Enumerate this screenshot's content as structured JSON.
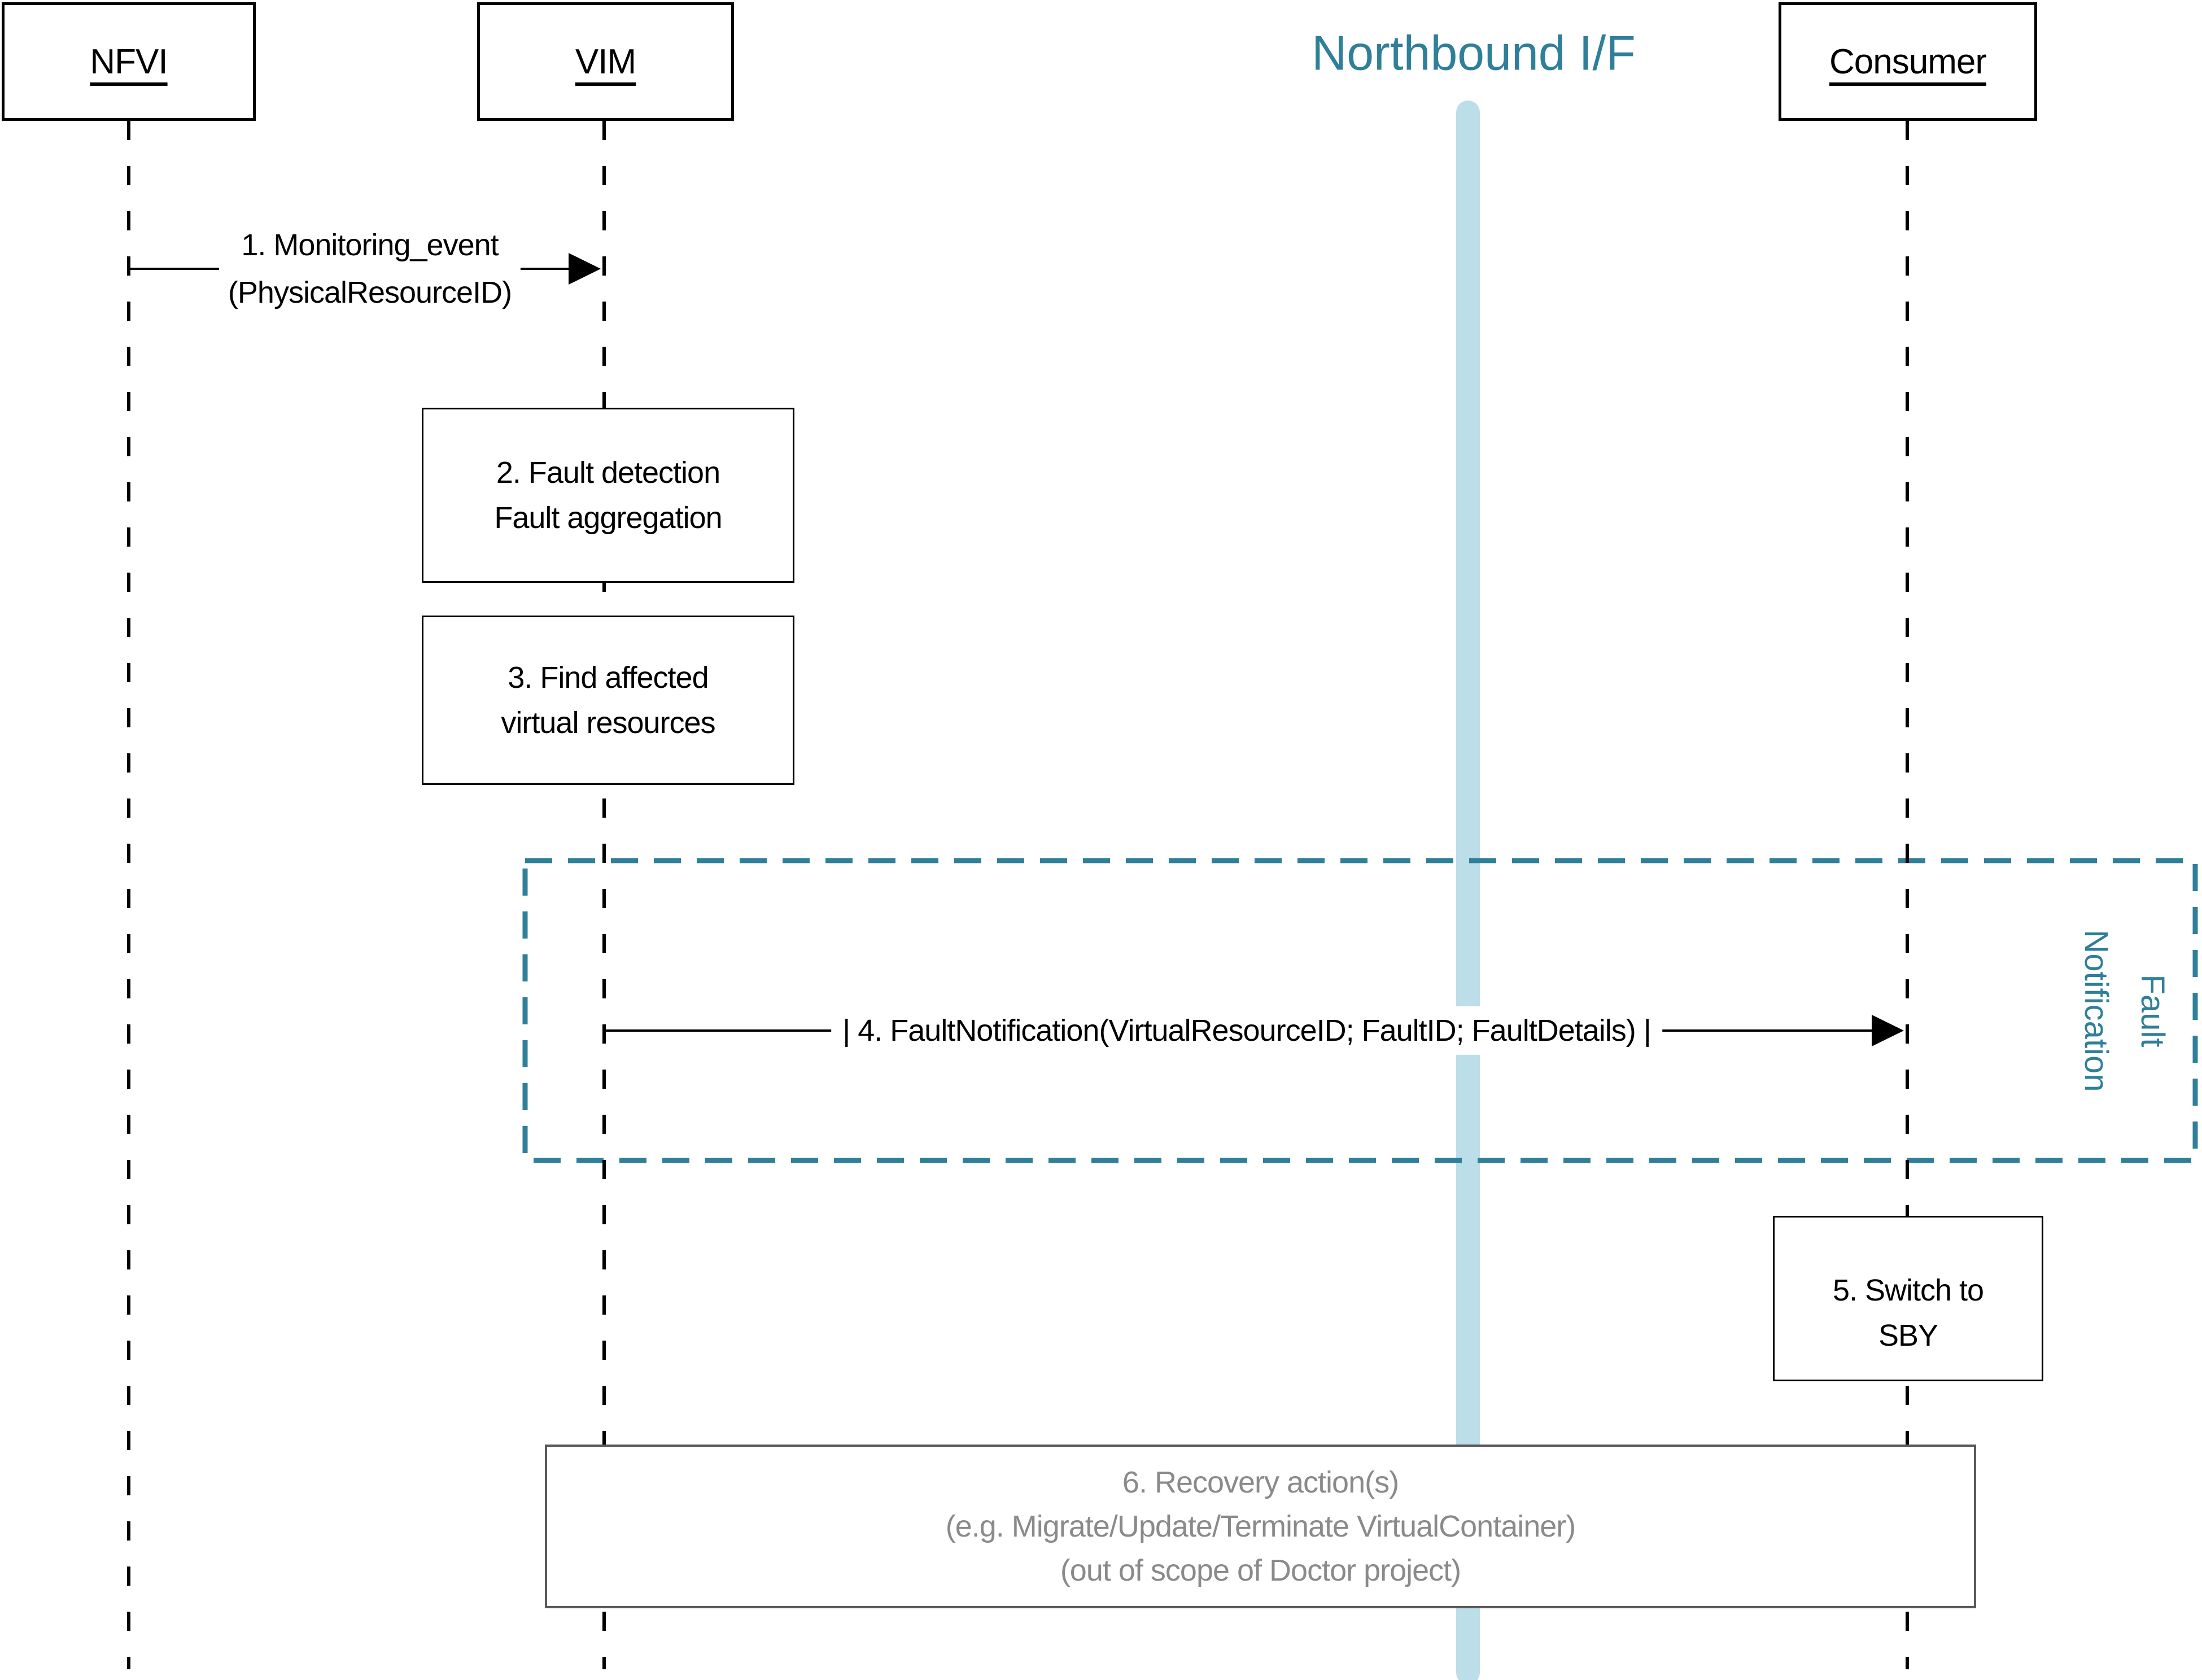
{
  "diagram_title": "Northbound I/F",
  "lifelines": [
    {
      "id": "nfvi",
      "label": "NFVI"
    },
    {
      "id": "vim",
      "label": "VIM"
    },
    {
      "id": "consumer",
      "label": "Consumer"
    }
  ],
  "messages": [
    {
      "id": "msg1",
      "from": "NFVI",
      "to": "VIM",
      "label_line1": "1. Monitoring_event",
      "label_line2": "(PhysicalResourceID)"
    },
    {
      "id": "msg4",
      "from": "VIM",
      "to": "Consumer",
      "label": "| 4. FaultNotification(VirtualResourceID; FaultID; FaultDetails) |"
    }
  ],
  "action_boxes": [
    {
      "id": "box2",
      "line1": "2. Fault detection",
      "line2": "Fault aggregation"
    },
    {
      "id": "box3",
      "line1": "3. Find affected",
      "line2": "virtual resources"
    },
    {
      "id": "box5",
      "line1": "5. Switch to",
      "line2": "SBY"
    },
    {
      "id": "box6",
      "line1": "6. Recovery action(s)",
      "line2": "(e.g. Migrate/Update/Terminate VirtualContainer)",
      "line3": "(out of scope of Doctor project)"
    }
  ],
  "frame": {
    "label_line1": "Fault",
    "label_line2": "Notification"
  },
  "colors": {
    "teal": "#2F7F99",
    "light_blue": "#BCDEE9",
    "gray_text": "#8A8A8A",
    "gray_border": "#595959",
    "black": "#000000"
  }
}
